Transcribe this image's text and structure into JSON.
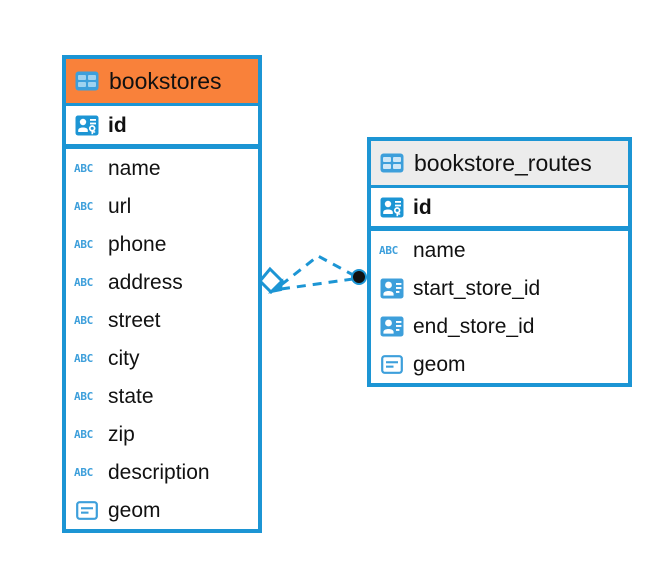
{
  "diagram": {
    "type": "entity-relationship-diagram",
    "background": "#ffffff",
    "accent_color": "#1c95d4",
    "highlight_color": "#f9813a",
    "neutral_header_color": "#ececec"
  },
  "entities": [
    {
      "name": "bookstores",
      "header_style": "accent",
      "table_icon": "table-icon",
      "primary_key": {
        "label": "id",
        "icon": "primary-key-icon"
      },
      "fields": [
        {
          "label": "name",
          "icon": "text-type-icon",
          "icon_text": "ABC"
        },
        {
          "label": "url",
          "icon": "text-type-icon",
          "icon_text": "ABC"
        },
        {
          "label": "phone",
          "icon": "text-type-icon",
          "icon_text": "ABC"
        },
        {
          "label": "address",
          "icon": "text-type-icon",
          "icon_text": "ABC"
        },
        {
          "label": "street",
          "icon": "text-type-icon",
          "icon_text": "ABC"
        },
        {
          "label": "city",
          "icon": "text-type-icon",
          "icon_text": "ABC"
        },
        {
          "label": "state",
          "icon": "text-type-icon",
          "icon_text": "ABC"
        },
        {
          "label": "zip",
          "icon": "text-type-icon",
          "icon_text": "ABC"
        },
        {
          "label": "description",
          "icon": "text-type-icon",
          "icon_text": "ABC"
        },
        {
          "label": "geom",
          "icon": "geometry-type-icon",
          "icon_text": ""
        }
      ]
    },
    {
      "name": "bookstore_routes",
      "header_style": "neutral",
      "table_icon": "table-icon",
      "primary_key": {
        "label": "id",
        "icon": "primary-key-icon"
      },
      "fields": [
        {
          "label": "name",
          "icon": "text-type-icon",
          "icon_text": "ABC"
        },
        {
          "label": "start_store_id",
          "icon": "foreign-key-icon",
          "icon_text": ""
        },
        {
          "label": "end_store_id",
          "icon": "foreign-key-icon",
          "icon_text": ""
        },
        {
          "label": "geom",
          "icon": "geometry-type-icon",
          "icon_text": ""
        }
      ]
    }
  ],
  "relationship": {
    "source_entity": "bookstores",
    "target_entity": "bookstore_routes",
    "source_marker": "diamond-marker",
    "target_marker": "filled-circle-marker",
    "line_style": "dashed",
    "line_color": "#1c95d4"
  }
}
